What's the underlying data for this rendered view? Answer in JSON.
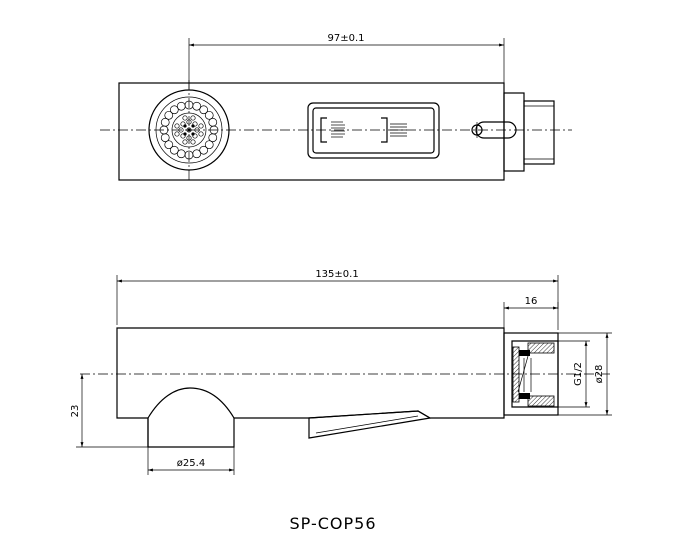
{
  "model": "SP-COP56",
  "dimensions": {
    "top_length": "97±0.1",
    "side_length": "135±0.1",
    "connector_length": "16",
    "height": "23",
    "spray_diameter": "ø25.4",
    "thread": "G1/2",
    "connector_diameter": "ø28"
  }
}
